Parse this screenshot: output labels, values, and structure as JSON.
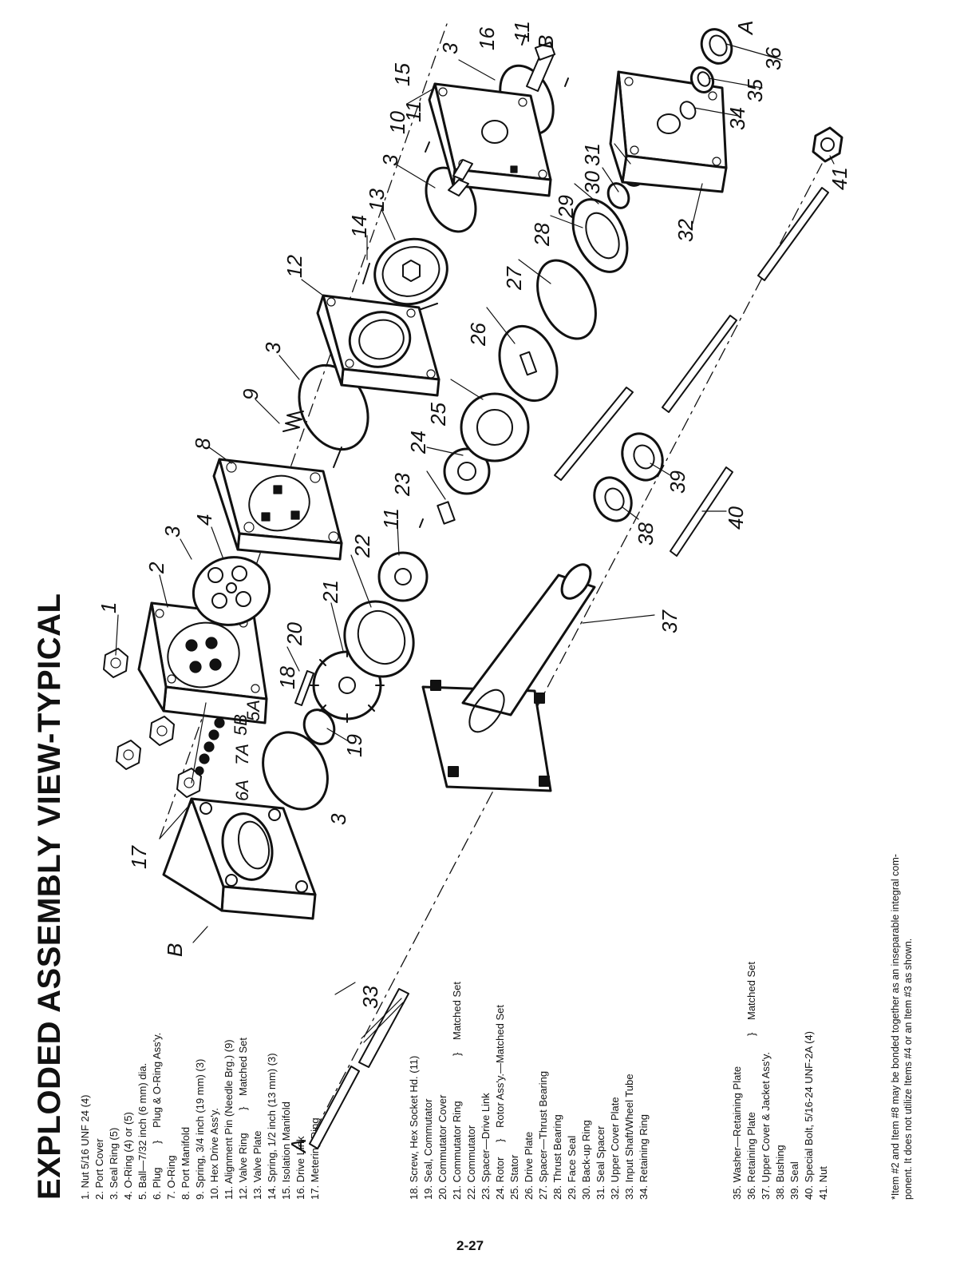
{
  "title": "EXPLODED ASSEMBLY VIEW-TYPICAL",
  "page_number": "2-27",
  "legend": {
    "col1": [
      "1.  Nut 5/16 UNF 24 (4)",
      "2.  Port Cover",
      "3.  Seal Ring (5)",
      "4.  O-Ring (4) or (5)",
      "5.  Ball—7/32 inch (6 mm) dia.",
      "6.  Plug",
      "7.  O-Ring",
      "8.  Port Manifold",
      "9.  Spring, 3/4 inch (19 mm) (3)",
      "10.  Hex Drive Ass'y.",
      "11.  Alignment Pin (Needle Brg.) (9)",
      "12.  Valve Ring",
      "13.  Valve Plate",
      "14.  Spring, 1/2 inch (13 mm) (3)",
      "15.  Isolation Manifold",
      "16.  Drive Link",
      "17.  Metering Ring"
    ],
    "col1_groups": [
      {
        "label": "Plug & O-Ring Ass'y."
      },
      {
        "label": "Matched Set"
      }
    ],
    "col2": [
      "18.  Screw, Hex Socket Hd. (11)",
      "19.  Seal, Commutator",
      "20.  Commutator Cover",
      "21.  Commutator Ring",
      "22.  Commutator",
      "23.  Spacer—Drive Link",
      "24.  Rotor",
      "25.  Stator",
      "26.  Drive Plate",
      "27.  Spacer—Thrust Bearing",
      "28.  Thrust Bearing",
      "29.  Face Seal",
      "30.  Back-up Ring",
      "31.  Seal Spacer",
      "32.  Upper Cover Plate",
      "33.  Input Shaft/Wheel Tube",
      "34.  Retaining Ring"
    ],
    "col2_groups": [
      {
        "label": "Matched Set"
      },
      {
        "label": "Rotor Ass'y.—Matched Set"
      }
    ],
    "col3": [
      "35.  Washer—Retaining Plate",
      "36.  Retaining Plate",
      "37.  Upper Cover & Jacket Ass'y.",
      "38.  Bushing",
      "39.  Seal",
      "40.  Special Bolt, 5/16-24 UNF-2A (4)",
      "41.  Nut"
    ],
    "col3_groups": [
      {
        "label": "Matched Set"
      }
    ]
  },
  "footnote": {
    "line1": "*Item #2 and Item #8 may be bonded together as an inseparable integral com-",
    "line2": "ponent. It does not utilize Items #4 or an Item #3 as shown."
  },
  "callouts": {
    "c1": "1",
    "c2": "2",
    "c3a": "3",
    "c3b": "3",
    "c3c": "3",
    "c3d": "3",
    "c3e": "3",
    "c4": "4",
    "c5a": "5A",
    "c5b": "5B",
    "c6a": "6A",
    "c7a": "7A",
    "c8": "8",
    "c9": "9",
    "c10": "10",
    "c11a": "11",
    "c11b": "11",
    "c11c": "11",
    "c12": "12",
    "c13": "13",
    "c14": "14",
    "c15": "15",
    "c16": "16",
    "c17": "17",
    "c18": "18",
    "c19": "19",
    "c20": "20",
    "c21": "21",
    "c22": "22",
    "c23": "23",
    "c24": "24",
    "c25": "25",
    "c26": "26",
    "c27": "27",
    "c28": "28",
    "c29": "29",
    "c30": "30",
    "c31": "31",
    "c32": "32",
    "c33": "33",
    "c34": "34",
    "c35": "35",
    "c36": "36",
    "c37": "37",
    "c38": "38",
    "c39": "39",
    "c40": "40",
    "c41": "41",
    "ref_a_left": "A",
    "ref_a_right": "A",
    "ref_b_left": "B",
    "ref_b_right": "B"
  }
}
